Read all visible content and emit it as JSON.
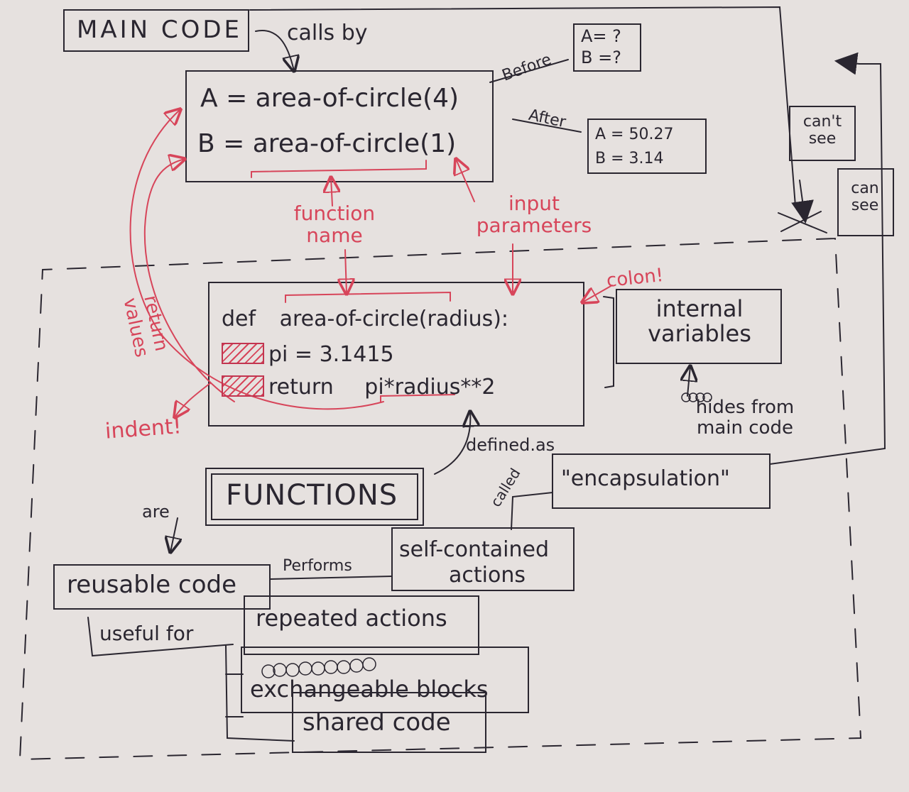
{
  "main_code": {
    "title": "MAIN CODE",
    "calls_by": "calls by"
  },
  "calls": {
    "line1": "A = area-of-circle(4)",
    "line2": "B = area-of-circle(1)"
  },
  "before": {
    "label": "Before",
    "a": "A= ?",
    "b": "B =?"
  },
  "after": {
    "label": "After",
    "a": "A = 50.27",
    "b": "B = 3.14"
  },
  "visibility": {
    "cant_see": "can't see",
    "can_see": "can see"
  },
  "annotations": {
    "function_name": "function name",
    "input_parameters": "input parameters",
    "return_values": "return values",
    "colon": "colon!",
    "indent": "indent!"
  },
  "definition": {
    "def_prefix": "def",
    "signature": "area-of-circle(radius):",
    "line1": "pi = 3.1415",
    "line2_keyword": "return",
    "line2_expr": "pi*radius**2"
  },
  "internal_variables": "internal variables",
  "hides_from": "hides from main code",
  "defined_as": "defined.as",
  "functions": "FUNCTIONS",
  "are": "are",
  "called": "called",
  "encapsulation": "\"encapsulation\"",
  "reusable_code": "reusable code",
  "performs": "Performs",
  "self_contained": {
    "line1": "self-contained",
    "line2": "actions"
  },
  "useful_for": "useful for",
  "uses": {
    "repeated": "repeated actions",
    "exchangeable": "exchangeable blocks",
    "shared": "shared code"
  },
  "colors": {
    "ink": "#2a2630",
    "accent": "#d7455a",
    "paper": "#e6e1df"
  }
}
